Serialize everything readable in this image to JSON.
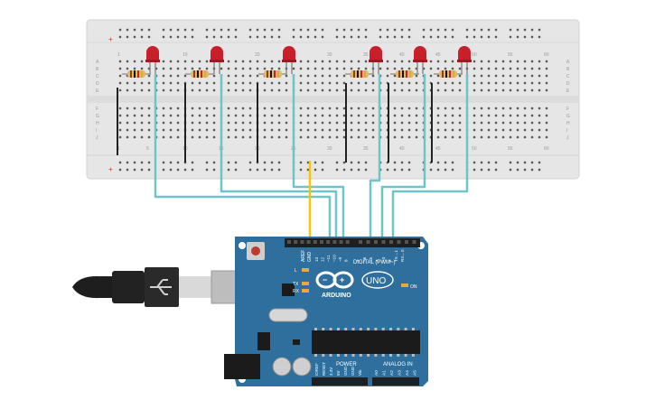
{
  "breadboard": {
    "column_numbers": [
      "1",
      "5",
      "10",
      "15",
      "20",
      "25",
      "30",
      "35",
      "40",
      "45",
      "50",
      "55",
      "60"
    ],
    "row_letters_top": [
      "A",
      "B",
      "C",
      "D",
      "E"
    ],
    "row_letters_bottom": [
      "F",
      "G",
      "H",
      "I",
      "J"
    ],
    "rail_plus": "+",
    "rail_minus": "−",
    "led_count": 6,
    "resistor_count": 6
  },
  "arduino": {
    "brand_label": "ARDUINO",
    "model_label": "UNO",
    "digital_label": "DIGITAL (PWM~)",
    "power_label": "POWER",
    "analog_label": "ANALOG IN",
    "on_label": "ON",
    "led_l_label": "L",
    "tx_label": "TX",
    "rx_label": "RX",
    "aref_label": "AREF",
    "gnd_label": "GND",
    "digital_pins": [
      "13",
      "12",
      "~11",
      "~10",
      "~9",
      "8",
      "7",
      "~6",
      "~5",
      "4",
      "~3",
      "2",
      "TX→1",
      "RX←0"
    ],
    "power_pins": [
      "IOREF",
      "RESET",
      "3.3V",
      "5V",
      "GND",
      "GND",
      "Vin"
    ],
    "analog_pins": [
      "A0",
      "A1",
      "A2",
      "A3",
      "A4",
      "A5"
    ]
  },
  "colors": {
    "board_blue": "#2e6f9e",
    "wire_teal": "#6fc4c9",
    "wire_yellow": "#f2c800",
    "led_red": "#c8202b",
    "breadboard": "#e6e6e6"
  }
}
